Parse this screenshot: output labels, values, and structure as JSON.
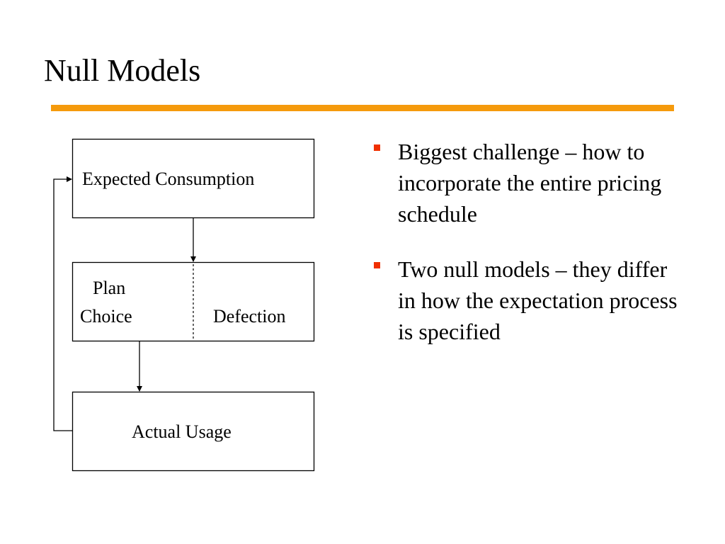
{
  "slide": {
    "title": "Null Models",
    "accent_color": "#f59a0c",
    "bullet_color": "#f03000"
  },
  "diagram": {
    "expected_consumption": "Expected Consumption",
    "plan_choice_line1": "Plan",
    "plan_choice_line2": "Choice",
    "defection": "Defection",
    "actual_usage": "Actual Usage"
  },
  "bullets": [
    {
      "text": "Biggest challenge – how to incorporate the entire pricing schedule"
    },
    {
      "text": "Two null models – they differ in how the expectation process is specified"
    }
  ]
}
